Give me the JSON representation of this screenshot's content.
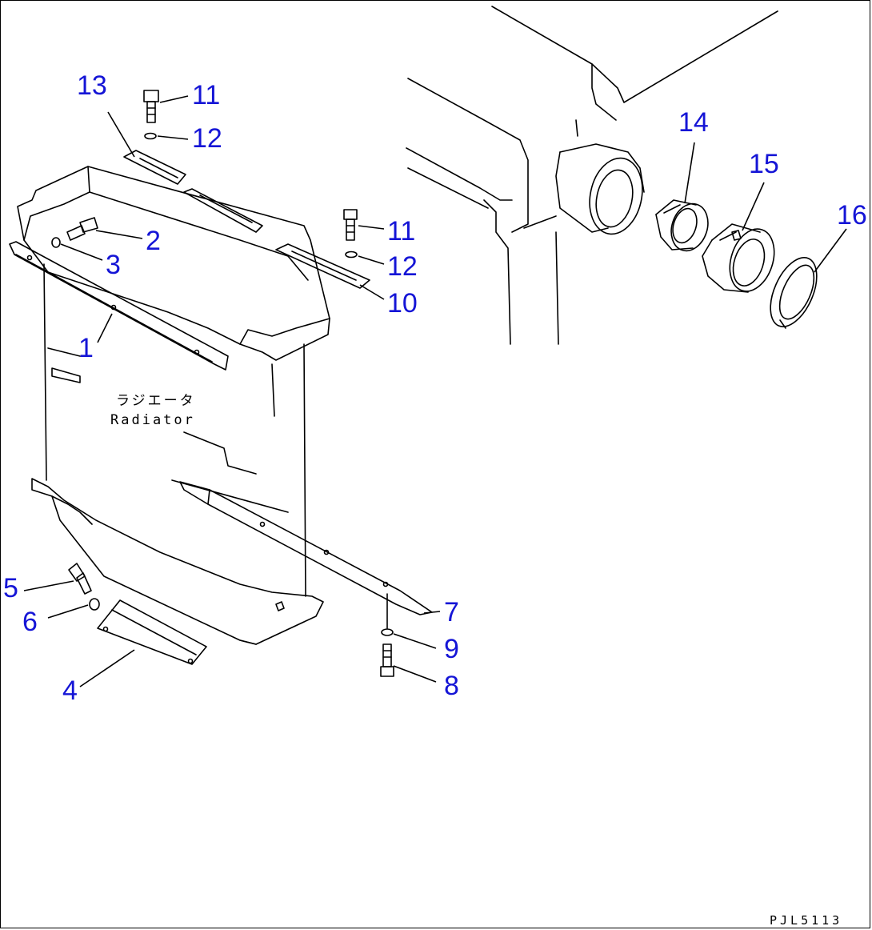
{
  "diagram": {
    "component_label_jp": "ラジエータ",
    "component_label_en": "Radiator",
    "drawing_code": "PJL5113",
    "callouts": [
      "1",
      "2",
      "3",
      "4",
      "5",
      "6",
      "7",
      "8",
      "9",
      "10",
      "11",
      "11",
      "12",
      "12",
      "13",
      "14",
      "15",
      "16"
    ],
    "callout_color": "#1515d6"
  }
}
